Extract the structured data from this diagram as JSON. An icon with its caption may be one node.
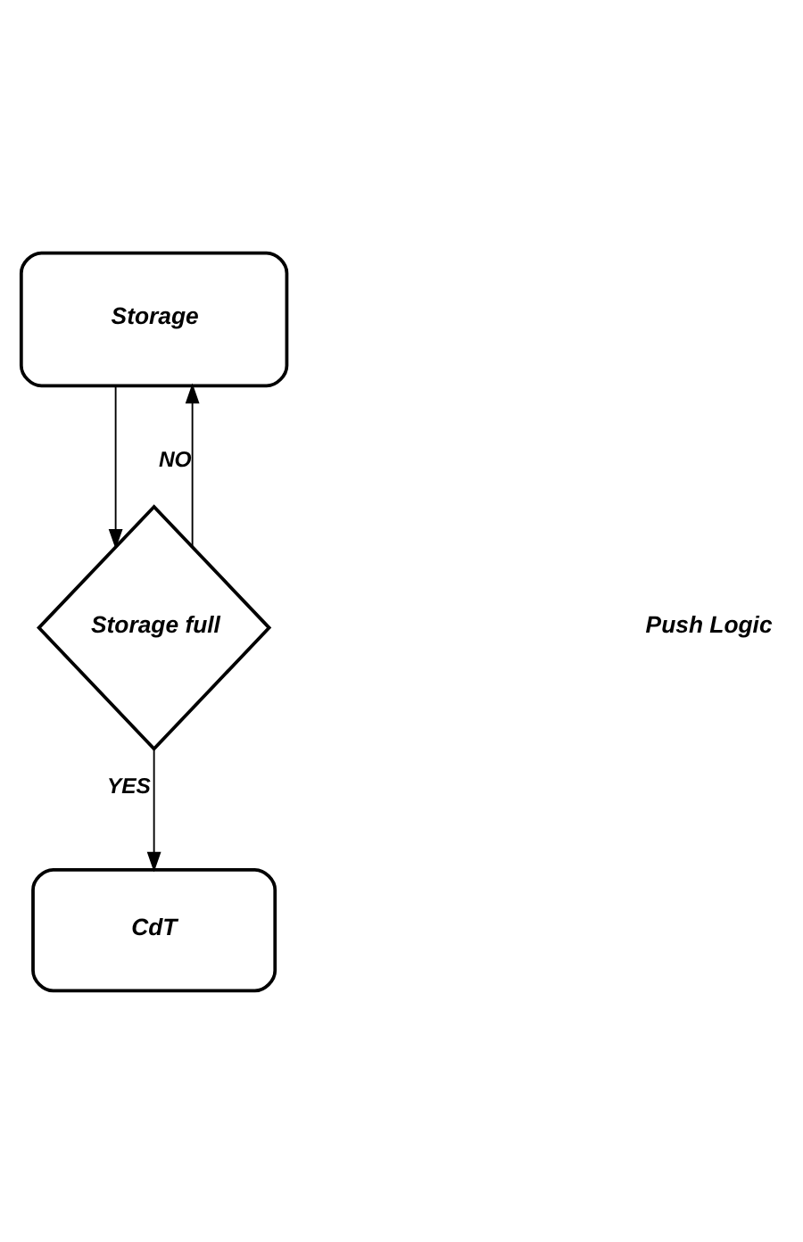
{
  "diagram": {
    "nodes": [
      {
        "text": [
          "Storage"
        ]
      },
      {
        "text": [
          "Storage full"
        ]
      },
      {
        "text": [
          "CdT"
        ]
      }
    ],
    "edges": [
      {
        "from": 0,
        "to": 1,
        "arrow": "to"
      },
      {
        "from": 1,
        "to": 0,
        "arrow": "to",
        "label": "NO"
      },
      {
        "from": 1,
        "to": 2,
        "arrow": "to",
        "label": "YES"
      }
    ],
    "labels": [
      "Push Logic"
    ]
  }
}
